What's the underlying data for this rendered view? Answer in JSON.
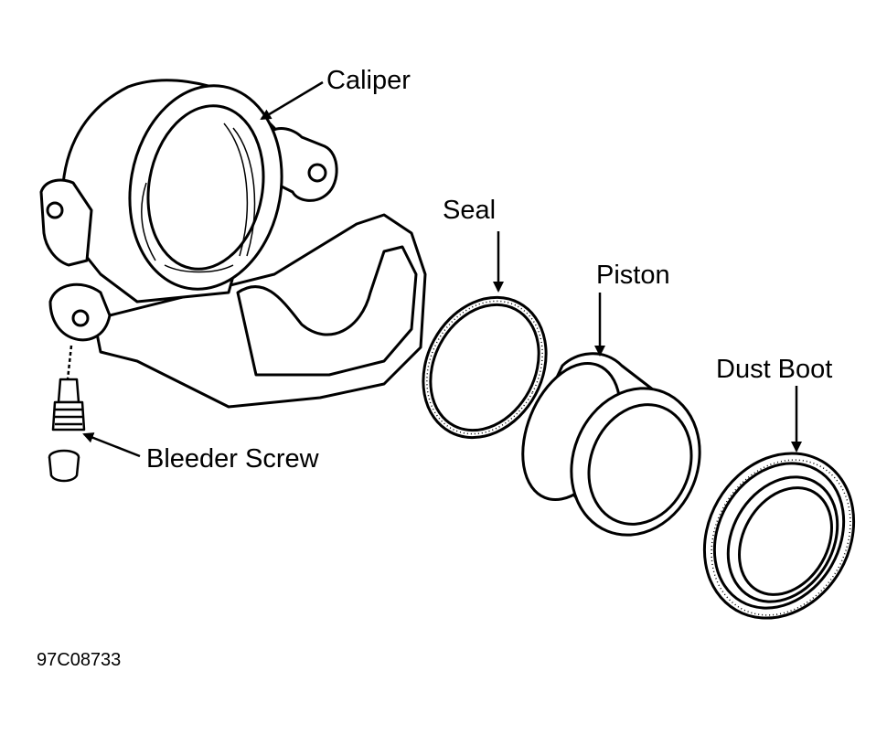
{
  "labels": {
    "caliper": "Caliper",
    "seal": "Seal",
    "piston": "Piston",
    "dust_boot": "Dust Boot",
    "bleeder_screw": "Bleeder Screw"
  },
  "figure_code": "97C08733"
}
